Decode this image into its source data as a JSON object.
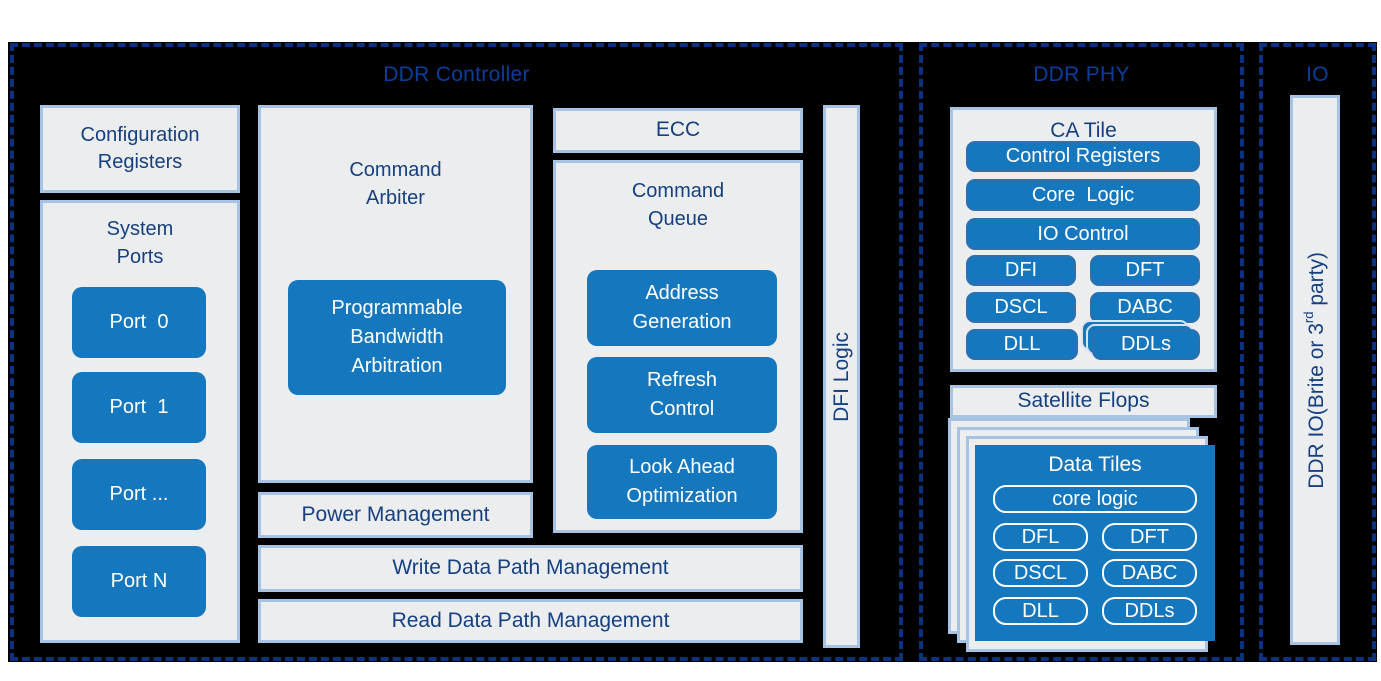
{
  "colors": {
    "background": "#000000",
    "dash_border": "#0b3180",
    "title_navy": "#0a3e9b",
    "text_navy": "#16407f",
    "button_blue": "#1577be",
    "box_fill": "#ebedef",
    "box_border": "#a6c3e3",
    "button_text": "#ffffff"
  },
  "controller": {
    "title": "DDR Controller",
    "config_registers": "Configuration\nRegisters",
    "system_ports_title": "System\nPorts",
    "ports": [
      "Port  0",
      "Port  1",
      "Port ...",
      "Port N"
    ],
    "command_arbiter_title": "Command\nArbiter",
    "programmable_bandwidth": "Programmable\nBandwidth\nArbitration",
    "power_management": "Power Management",
    "ecc": "ECC",
    "command_queue_title": "Command\nQueue",
    "address_generation": "Address\nGeneration",
    "refresh_control": "Refresh\nControl",
    "look_ahead": "Look Ahead\nOptimization",
    "write_data_path": "Write Data Path Management",
    "read_data_path": "Read Data Path Management",
    "dfi_logic": "DFI Logic"
  },
  "phy": {
    "title": "DDR PHY",
    "ca_tile": {
      "title": "CA Tile",
      "control_registers": "Control Registers",
      "core_logic": "Core  Logic",
      "io_control": "IO Control",
      "grid": [
        [
          "DFI",
          "DFT"
        ],
        [
          "DSCL",
          "DABC"
        ],
        [
          "DLL",
          "DDLs"
        ]
      ]
    },
    "satellite_flops": "Satellite Flops",
    "data_tiles": {
      "title": "Data Tiles",
      "core_logic": "core logic",
      "grid": [
        [
          "DFL",
          "DFT"
        ],
        [
          "DSCL",
          "DABC"
        ],
        [
          "DLL",
          "DDLs"
        ]
      ]
    }
  },
  "io": {
    "title": "IO",
    "bar_prefix": "DDR IO(Brite or 3",
    "bar_sup": "rd",
    "bar_suffix": " party)"
  }
}
